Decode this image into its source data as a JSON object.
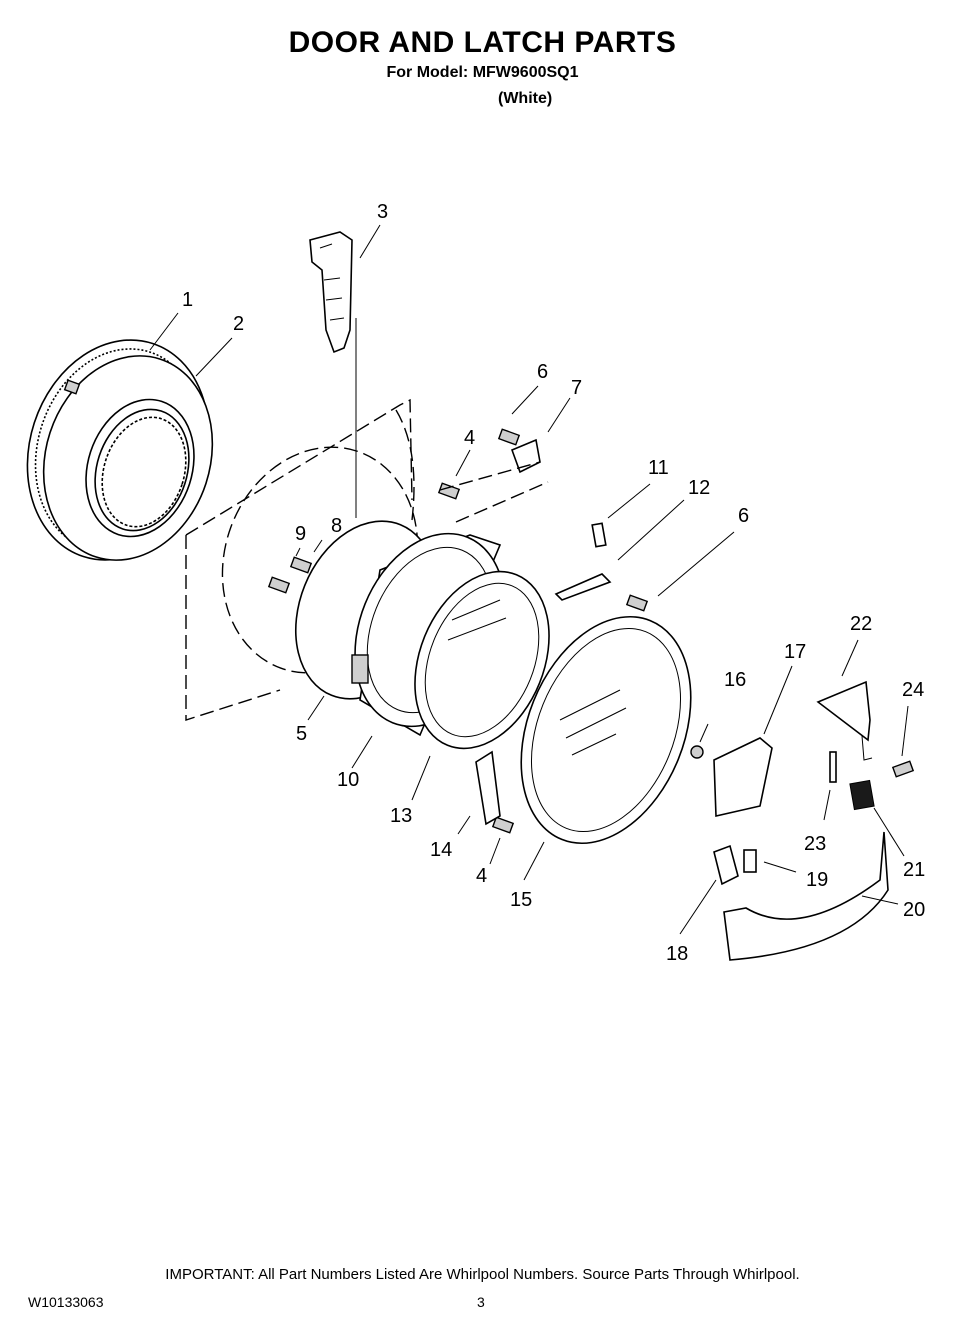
{
  "header": {
    "title": "DOOR AND LATCH PARTS",
    "model_line": "For Model: MFW9600SQ1",
    "color_line": "(White)"
  },
  "callouts": [
    "1",
    "2",
    "3",
    "4",
    "5",
    "6",
    "7",
    "8",
    "9",
    "10",
    "11",
    "12",
    "13",
    "14",
    "15",
    "16",
    "17",
    "18",
    "19",
    "20",
    "21",
    "22",
    "23",
    "24"
  ],
  "footer": {
    "important": "IMPORTANT: All Part Numbers Listed Are Whirlpool Numbers. Source Parts Through Whirlpool.",
    "doc_number": "W10133063",
    "page_number": "3"
  }
}
